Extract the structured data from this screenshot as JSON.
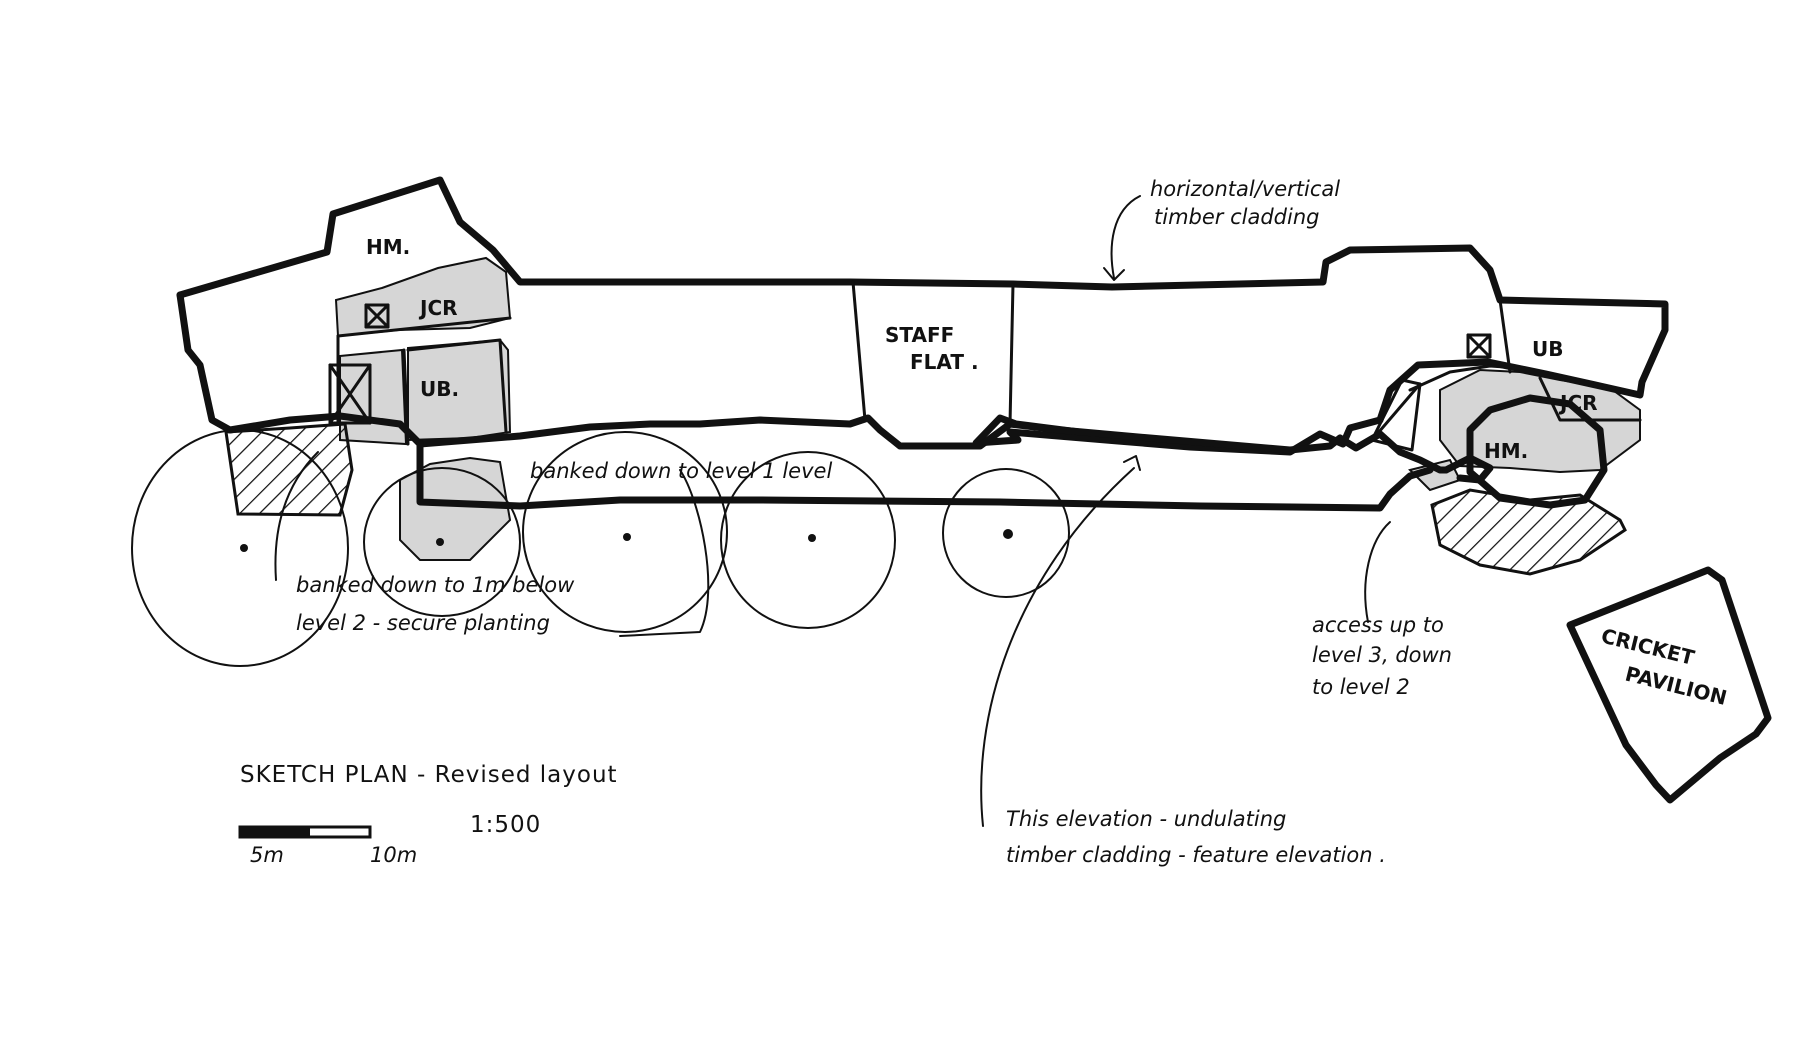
{
  "labels": {
    "hm_left": "HM.",
    "jcr_left": "JCR",
    "ub_left": "UB.",
    "staff_flat_1": "STAFF",
    "staff_flat_2": "FLAT .",
    "ub_right": "UB",
    "jcr_right": "JCR",
    "hm_right": "HM.",
    "cricket_1": "CRICKET",
    "cricket_2": "PAVILION"
  },
  "notes": {
    "cladding_1": "horizontal/vertical",
    "cladding_2": "timber cladding",
    "banked_level1": "banked down to level 1 level",
    "banked_left_1": "banked down to 1m below",
    "banked_left_2": "level 2 - secure planting",
    "access_1": "access up to",
    "access_2": "level 3, down",
    "access_3": "to level 2",
    "elevation_1": "This elevation - undulating",
    "elevation_2": "timber cladding - feature elevation ."
  },
  "title": {
    "text": "SKETCH PLAN - Revised layout",
    "scale": "1:500",
    "bar_5": "5m",
    "bar_10": "10m"
  }
}
